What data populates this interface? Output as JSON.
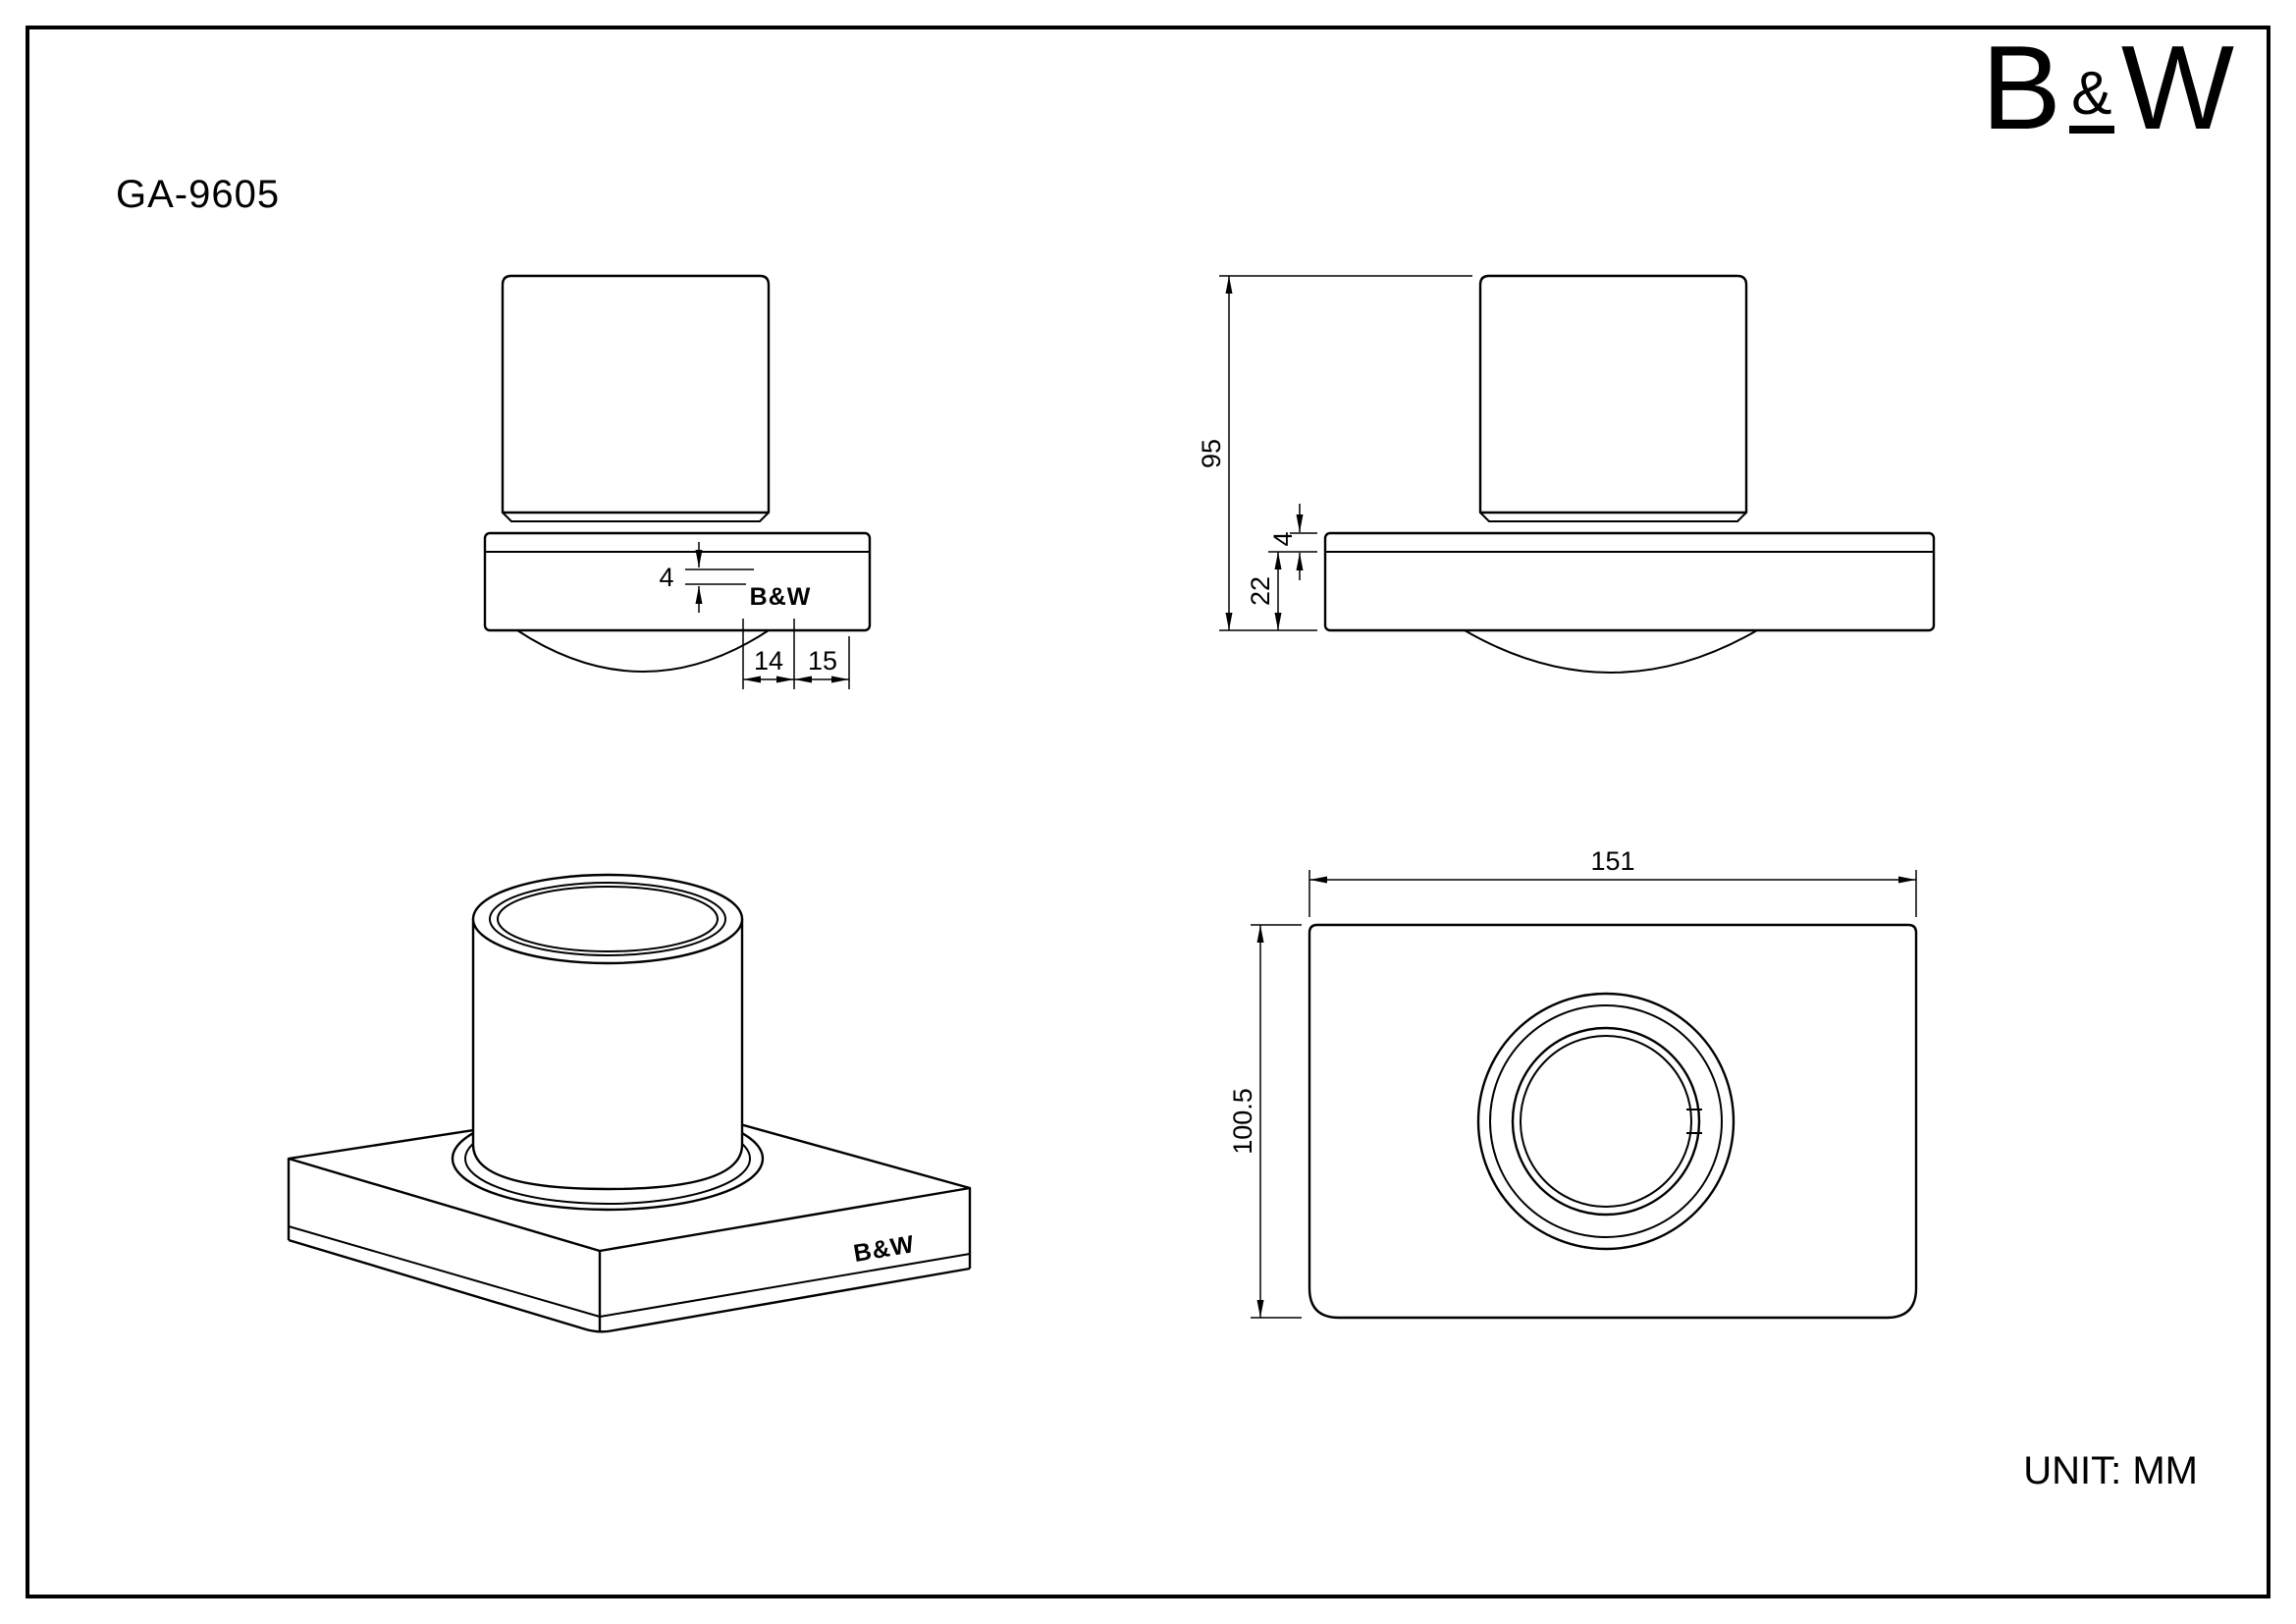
{
  "colors": {
    "ink": "#000000",
    "paper": "#ffffff"
  },
  "header": {
    "model": "GA-9605",
    "logo": {
      "b": "B",
      "amp": "&",
      "w": "W"
    }
  },
  "footer": {
    "unit": "UNIT: MM"
  },
  "product_mark": "B&W",
  "views": {
    "front": {
      "dim_glass": "4",
      "dim_offset": "14",
      "dim_edge": "15"
    },
    "side": {
      "dim_height": "95",
      "dim_body": "22",
      "dim_glass": "4"
    },
    "plan": {
      "dim_width": "151",
      "dim_depth": "100.5"
    }
  }
}
